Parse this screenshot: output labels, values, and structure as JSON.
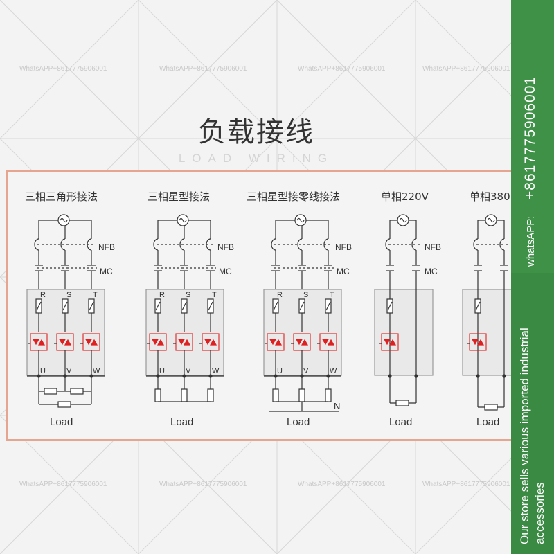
{
  "watermark_text": "WhatsAPP+8617775906001",
  "title": "负载接线",
  "subtitle": "LOAD WIRING",
  "sections": [
    {
      "label": "三相三角形接法",
      "load": "Load"
    },
    {
      "label": "三相星型接法",
      "load": "Load"
    },
    {
      "label": "三相星型接零线接法",
      "load": "Load"
    },
    {
      "label": "单相220V",
      "load": "Load"
    },
    {
      "label": "单相380",
      "load": "Load"
    }
  ],
  "labels": {
    "nfb": "NFB",
    "mc": "MC",
    "phase_in": [
      "R",
      "S",
      "T"
    ],
    "phase_out": [
      "U",
      "V",
      "W"
    ],
    "neutral": "N"
  },
  "sidebar": {
    "whatsapp_label": "whatsAPP:",
    "phone": "+8617775906001",
    "store_text_line1": "Our store sells various imported industrial",
    "store_text_line2": "accessories"
  },
  "colors": {
    "sidebar_green": "#3f9148",
    "panel_border": "#e6a58f",
    "thyristor_red": "#e02020",
    "line": "#333333"
  }
}
